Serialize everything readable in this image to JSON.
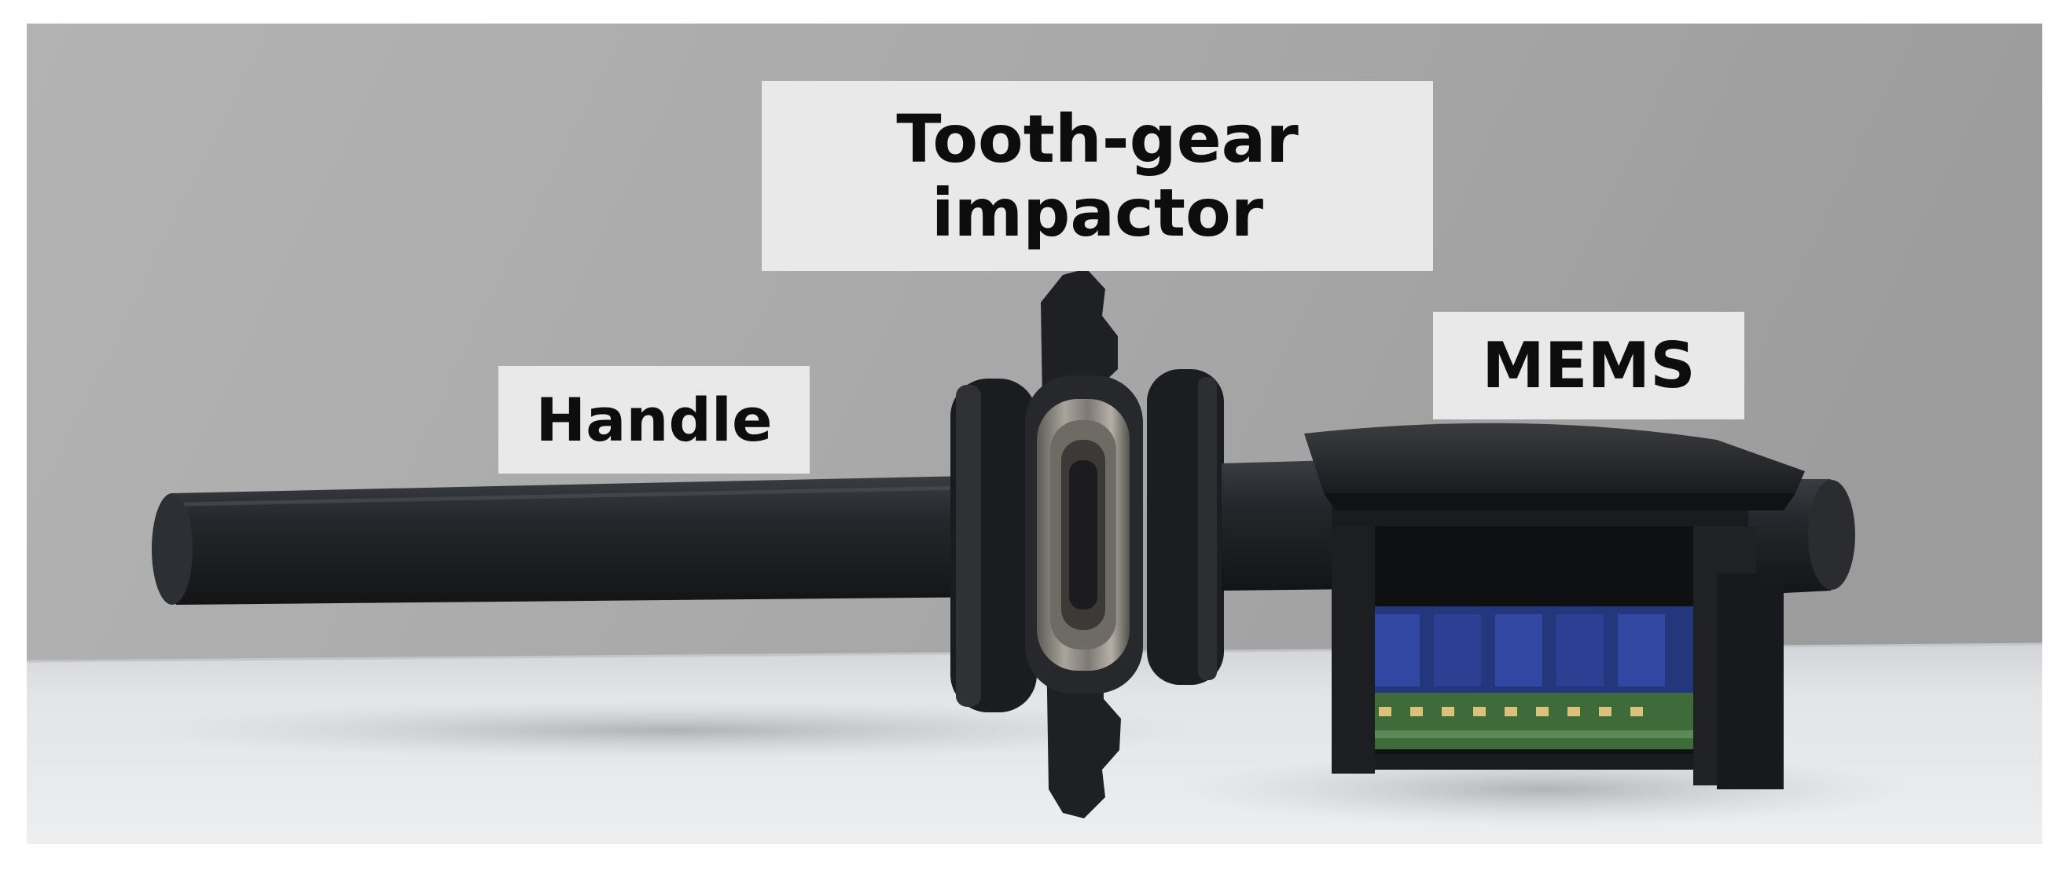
{
  "figure": {
    "labels": {
      "tooth_gear": "Tooth-gear impactor",
      "mems": "MEMS",
      "handle": "Handle"
    },
    "colors": {
      "wall": "#a9a9a9",
      "table": "#e6e7e9",
      "label_background": "#e9e9e9",
      "label_text": "#0d0d0d",
      "device_black": "#1e2024",
      "bearing_metal": "#8a8680",
      "sensor_blue": "#2a3d8c",
      "pcb_green": "#3f6b3a"
    }
  }
}
